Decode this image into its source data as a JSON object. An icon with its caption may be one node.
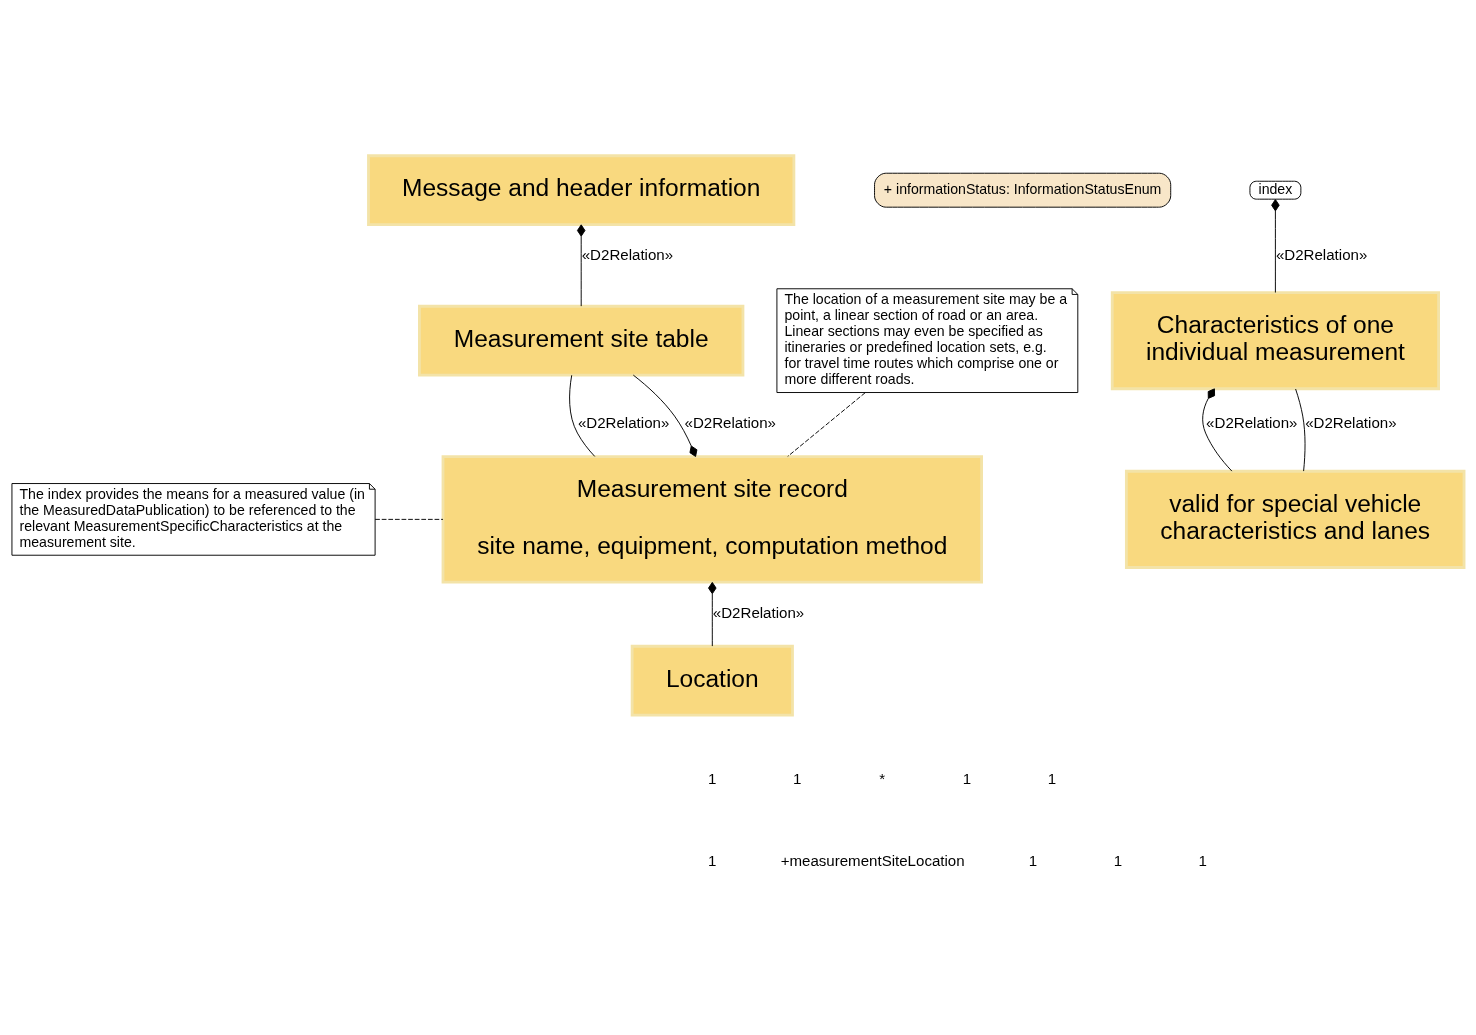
{
  "diagram": {
    "nodes": [
      {
        "text": [
          "Message and header information"
        ]
      },
      {
        "text": [
          "+ informationStatus: InformationStatusEnum"
        ]
      },
      {
        "text": [
          "Measurement site table"
        ]
      },
      {
        "text": [
          "Measurement site record",
          "site name, equipment, computation method"
        ]
      },
      {
        "text": [
          "The index provides the means for a measured value (in the MeasuredDataPublication) to be referenced to the relevant MeasurementSpecificCharacteristics at the measurement site."
        ]
      },
      {
        "text": [
          "index"
        ]
      },
      {
        "text": [
          "Characteristics of one individual measurement"
        ]
      },
      {
        "text": [
          "The location of a measurement site may be a point, a linear section of road or an area. Linear sections may even be specified as itineraries or predefined location sets, e.g. for travel time routes which comprise one or more different roads."
        ]
      },
      {
        "text": [
          "Location"
        ]
      },
      {
        "text": [
          "valid for special vehicle characteristics and lanes"
        ]
      }
    ],
    "edges": [
      {
        "from": 0,
        "to": 2,
        "arrow": "other",
        "label": "«D2Relation»"
      },
      {
        "from": 2,
        "to": 3,
        "arrow": "none",
        "label": "«D2Relation»"
      },
      {
        "from": 3,
        "to": 2,
        "arrow": "other",
        "label": "«D2Relation»"
      },
      {
        "from": 4,
        "to": 3,
        "arrow": "none",
        "style": "dashed"
      },
      {
        "from": 5,
        "to": 6,
        "arrow": "other",
        "label": "«D2Relation»"
      },
      {
        "from": 3,
        "to": 8,
        "arrow": "other",
        "label": "«D2Relation»"
      },
      {
        "from": 7,
        "to": 3,
        "arrow": "none",
        "style": "dashed"
      },
      {
        "from": 6,
        "to": 9,
        "arrow": "other",
        "label": "«D2Relation»"
      },
      {
        "from": 6,
        "to": 9,
        "arrow": "none",
        "label": "«D2Relation»"
      }
    ],
    "labels": [
      "1",
      "1",
      "*",
      "1",
      "1",
      "1",
      "+measurementSiteLocation",
      "1",
      "1",
      "1"
    ]
  }
}
